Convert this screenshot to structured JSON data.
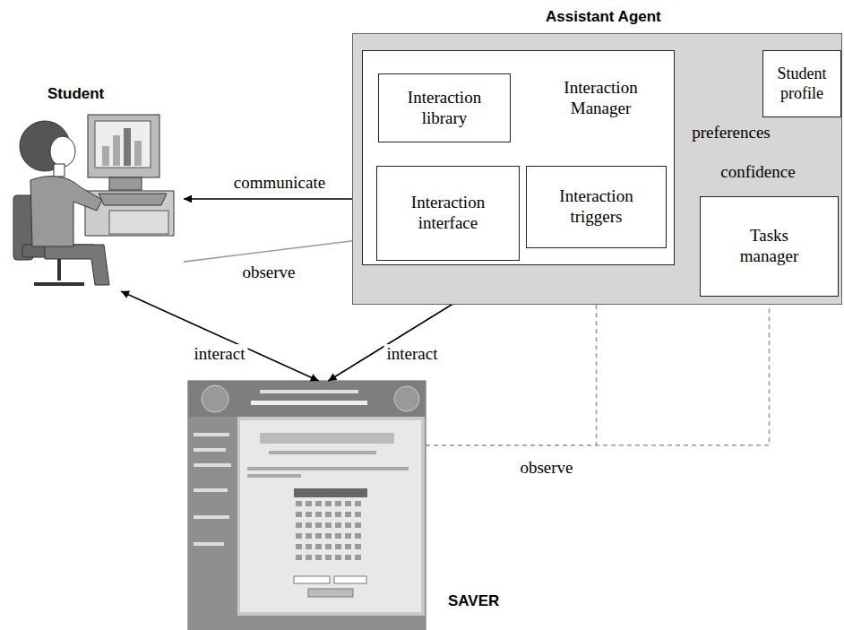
{
  "diagram": {
    "nodes": [
      {
        "text": [
          "Student"
        ]
      },
      {
        "text": [
          "Assistant Agent"
        ]
      },
      {
        "text": [
          "Interaction Manager"
        ],
        "in": 1
      },
      {
        "text": [
          "Interaction library"
        ],
        "in": 2
      },
      {
        "text": [
          "Interaction interface"
        ],
        "in": 2
      },
      {
        "text": [
          "Interaction triggers"
        ],
        "in": 2
      },
      {
        "text": [
          "Student profile"
        ],
        "in": 1
      },
      {
        "text": [
          "Tasks manager"
        ],
        "in": 1
      },
      {
        "text": [
          "SAVER"
        ]
      }
    ],
    "edges": [
      {
        "from": 0,
        "to": 4,
        "label": "communicate",
        "arrow": "both"
      },
      {
        "from": 0,
        "to": 4,
        "label": "observe",
        "arrow": "to"
      },
      {
        "from": 0,
        "to": 8,
        "label": "interact",
        "arrow": "both"
      },
      {
        "from": 8,
        "to": 2,
        "label": "interact",
        "arrow": "both"
      },
      {
        "from": 8,
        "to": 5,
        "label": "observe",
        "arrow": "to"
      },
      {
        "from": 8,
        "to": 7,
        "arrow": "to"
      },
      {
        "from": 6,
        "to": 2,
        "label": "preferences",
        "arrow": "to"
      },
      {
        "from": 6,
        "to": 7,
        "label": "confidence",
        "arrow": "to"
      }
    ]
  }
}
